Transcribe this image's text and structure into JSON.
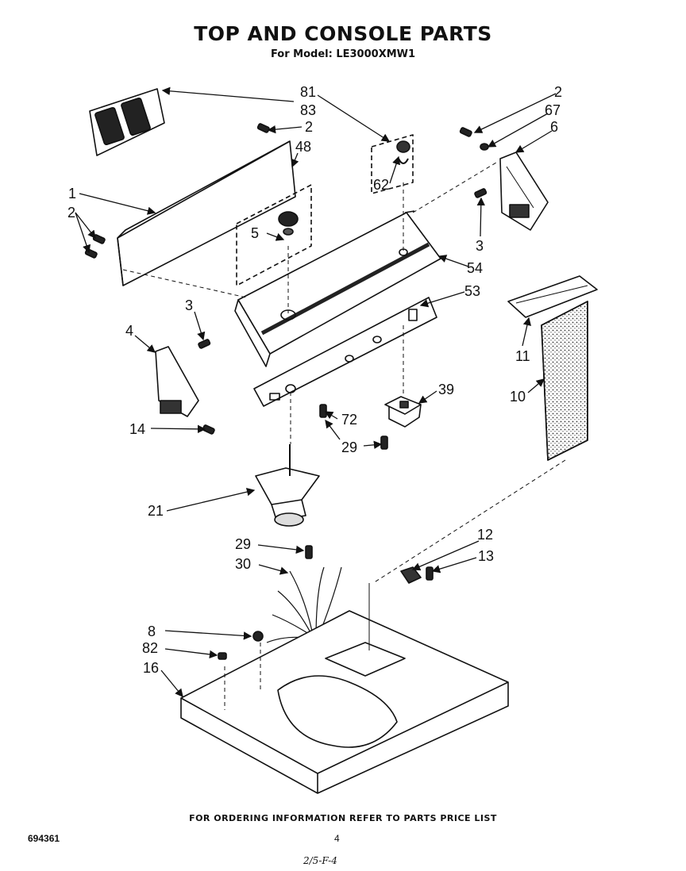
{
  "header": {
    "title": "TOP AND CONSOLE PARTS",
    "subtitle": "For Model: LE3000XMW1"
  },
  "callouts": [
    "81",
    "83",
    "2",
    "2",
    "67",
    "6",
    "48",
    "1",
    "2",
    "62",
    "5",
    "54",
    "3",
    "53",
    "3",
    "4",
    "11",
    "10",
    "39",
    "72",
    "14",
    "29",
    "21",
    "12",
    "29",
    "13",
    "30",
    "8",
    "82",
    "16"
  ],
  "footer": {
    "ordering_note": "FOR ORDERING INFORMATION REFER TO PARTS PRICE LIST",
    "document_number": "694361",
    "page_number": "4",
    "handwritten_note": "2/5-F-4"
  }
}
